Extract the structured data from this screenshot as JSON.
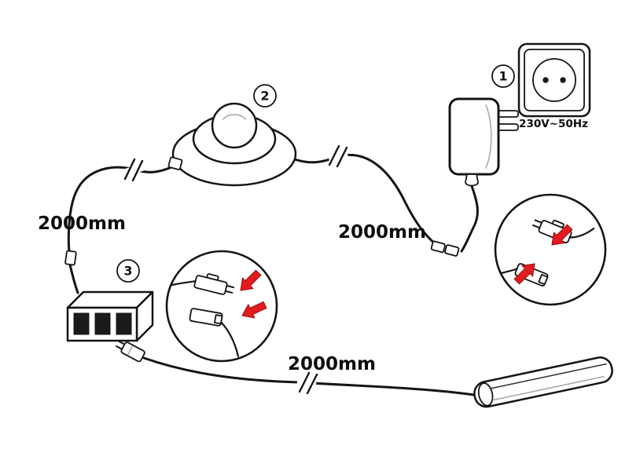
{
  "diagram": {
    "steps": {
      "one": "1",
      "two": "2",
      "three": "3"
    },
    "socket": {
      "voltage_label": "230V~50Hz"
    },
    "cable_labels": {
      "switch_to_distributor": "2000mm",
      "adapter_to_switch": "2000mm",
      "distributor_to_light": "2000mm"
    },
    "icons": {
      "wall_socket": "wall-socket-icon",
      "power_adapter": "power-adapter-icon",
      "foot_switch": "foot-switch-icon",
      "distributor_box": "distributor-box-icon",
      "led_light_bar": "led-light-bar-icon",
      "connector_detail": "connector-detail-inset",
      "red_arrow": "red-arrow-icon"
    },
    "colors": {
      "line": "#151515",
      "arrow_red": "#e21b1e",
      "background": "#ffffff"
    }
  }
}
